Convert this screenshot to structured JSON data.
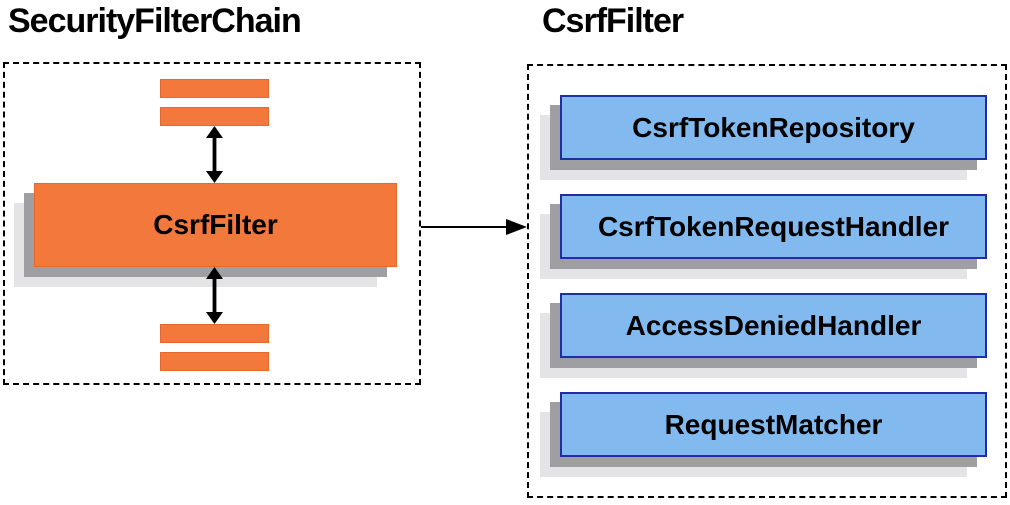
{
  "diagram": {
    "left_panel": {
      "title": "SecurityFilterChain",
      "filter_box_label": "CsrfFilter"
    },
    "right_panel": {
      "title": "CsrfFilter",
      "components": [
        {
          "label": "CsrfTokenRepository"
        },
        {
          "label": "CsrfTokenRequestHandler"
        },
        {
          "label": "AccessDeniedHandler"
        },
        {
          "label": "RequestMatcher"
        }
      ]
    },
    "icons": {
      "bidirectional_arrow": "up-down-arrow",
      "flow_arrow": "right-arrow"
    },
    "colors": {
      "orange_fill": "#f2783c",
      "orange_border": "#e8682a",
      "blue_fill": "#82baf0",
      "blue_border": "#1f2da6",
      "shadow_dark": "#9e9ea3",
      "shadow_light": "#e4e4e6",
      "arrow": "#000000",
      "dashed_border": "#000000"
    }
  }
}
